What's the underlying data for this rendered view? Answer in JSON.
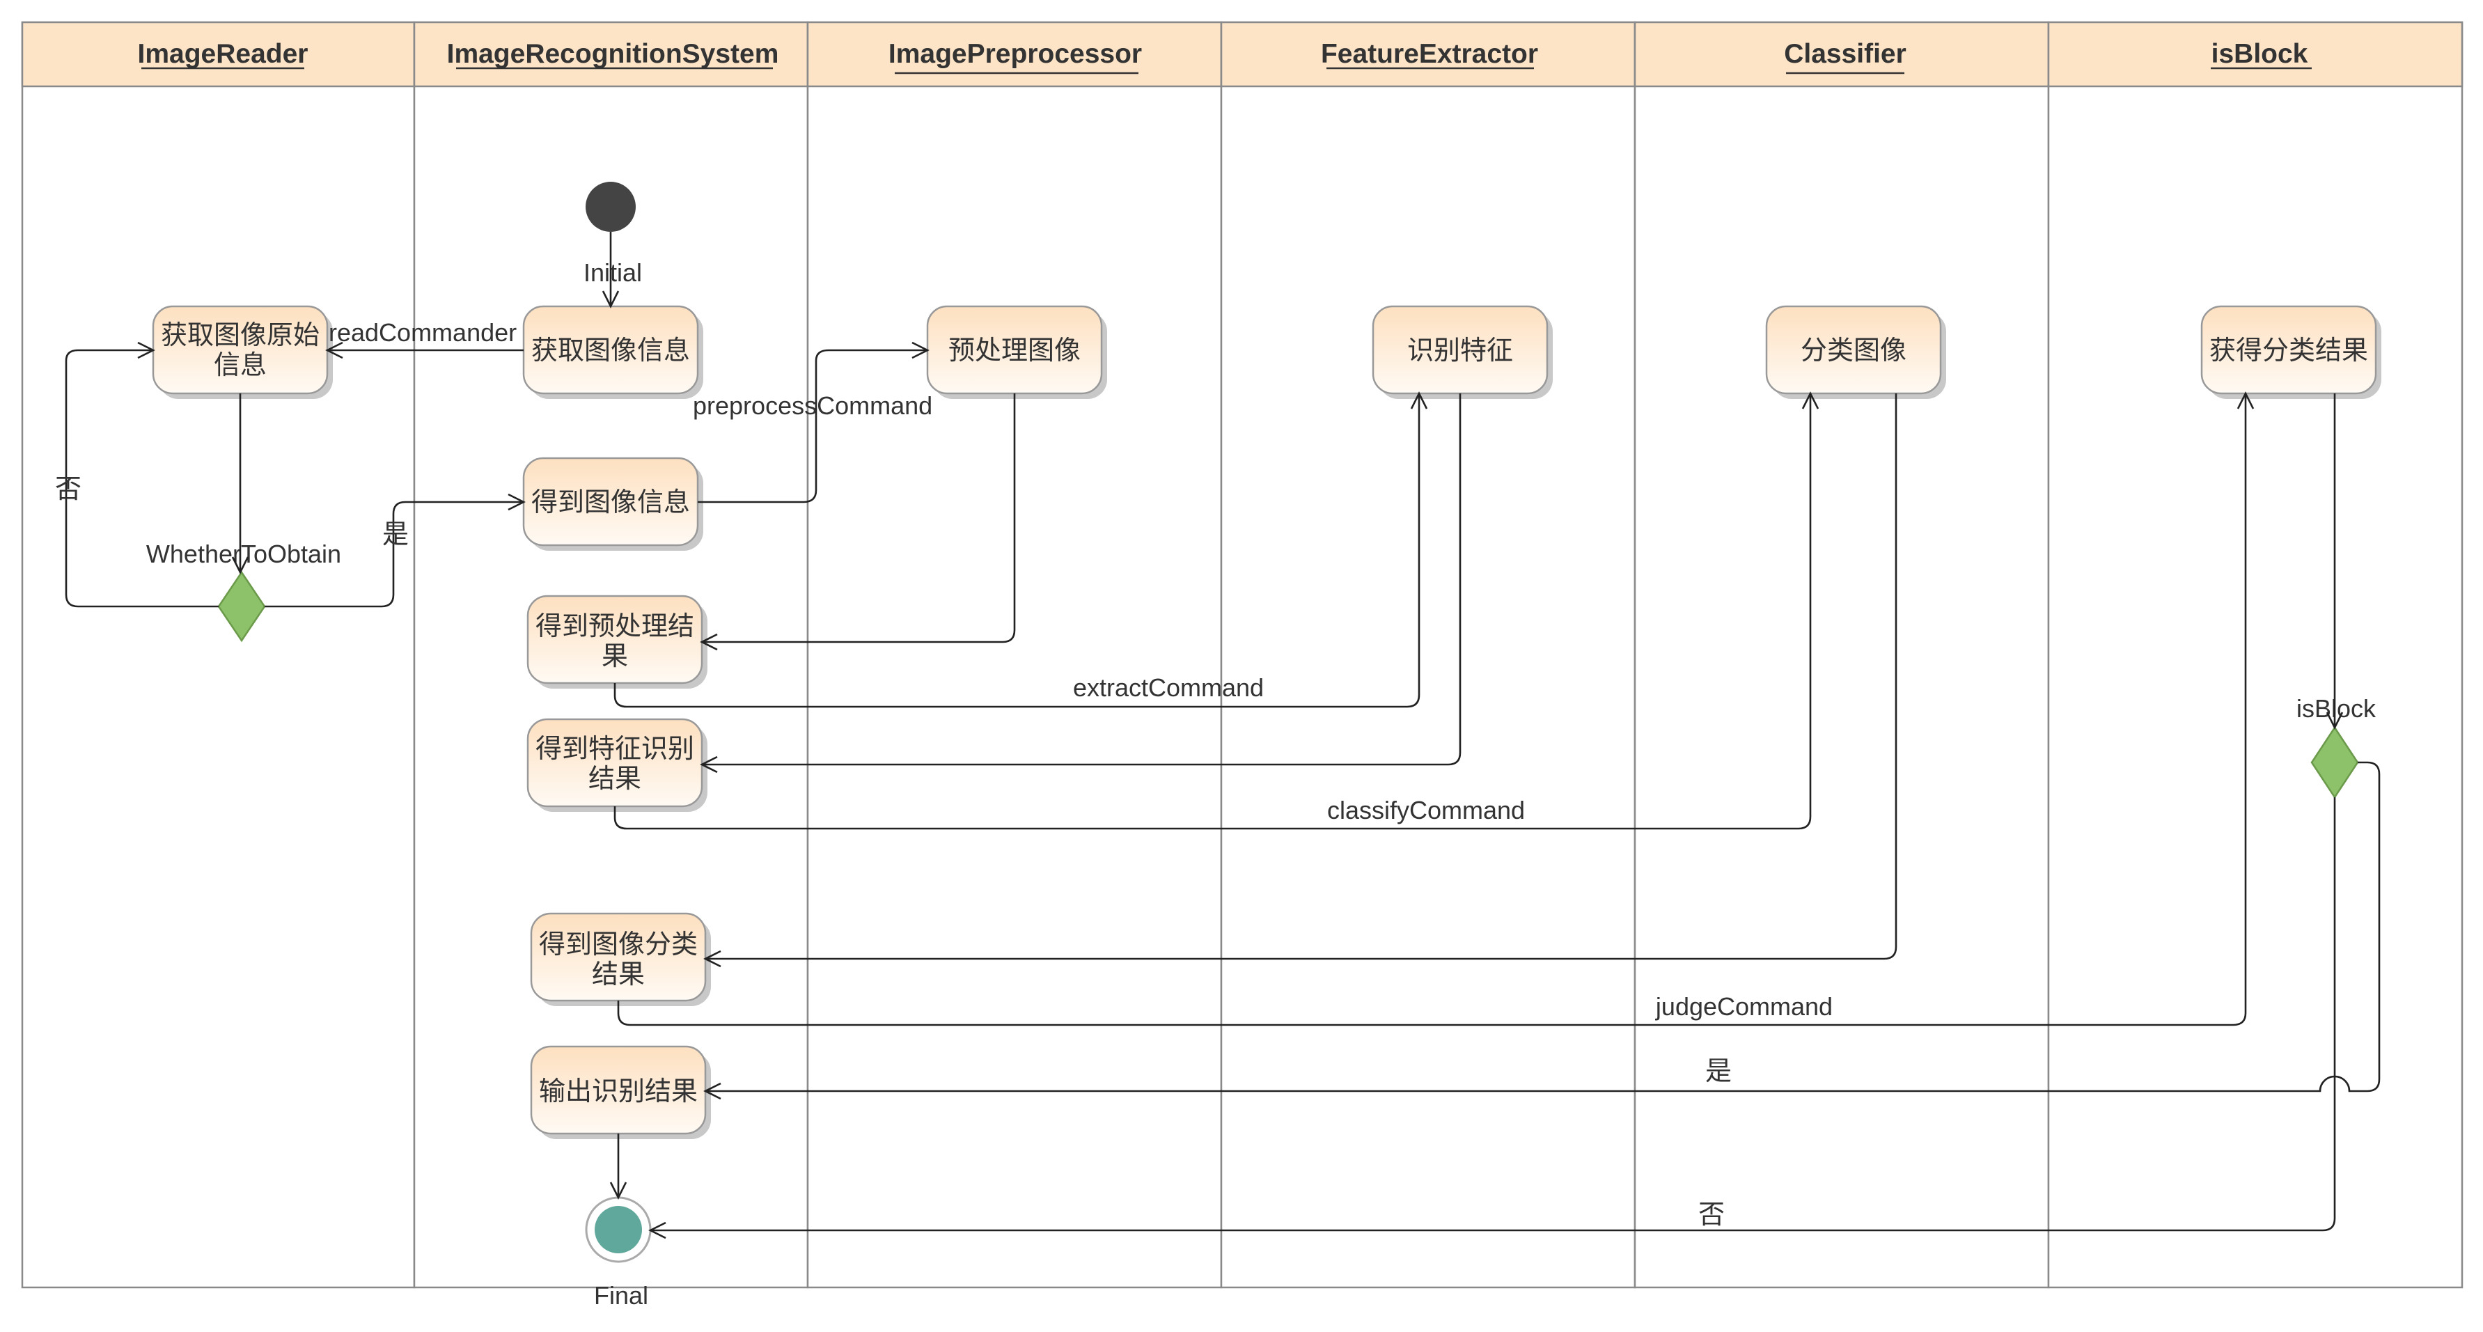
{
  "lanes": [
    "ImageReader",
    "ImageRecognitionSystem",
    "ImagePreprocessor",
    "FeatureExtractor",
    "Classifier",
    "isBlock"
  ],
  "nodes": {
    "initial_label": "Initial",
    "final_label": "Final",
    "get_raw": [
      "获取图像原始",
      "信息"
    ],
    "get_info": [
      "获取图像信息"
    ],
    "got_info": [
      "得到图像信息"
    ],
    "got_pre": [
      "得到预处理结",
      "果"
    ],
    "got_feat": [
      "得到特征识别",
      "结果"
    ],
    "got_cls": [
      "得到图像分类",
      "结果"
    ],
    "output": [
      "输出识别结果"
    ],
    "preprocess": [
      "预处理图像"
    ],
    "recognize": [
      "识别特征"
    ],
    "classify": [
      "分类图像"
    ],
    "get_result": [
      "获得分类结果"
    ],
    "decision1_label": "WhetherToObtain",
    "decision2_label": "isBlock"
  },
  "flows": {
    "read": "readCommander",
    "preprocess": "preprocessCommand",
    "extract": "extractCommand",
    "classify": "classifyCommand",
    "judge": "judgeCommand",
    "yes": "是",
    "no": "否"
  },
  "colors": {
    "lane_header": "#fde4c7",
    "action_fill_top": "#fde0c0",
    "action_fill_bottom": "#fffaf4",
    "decision": "#8dc26a",
    "initial": "#444444",
    "final": "#5fa89b"
  }
}
